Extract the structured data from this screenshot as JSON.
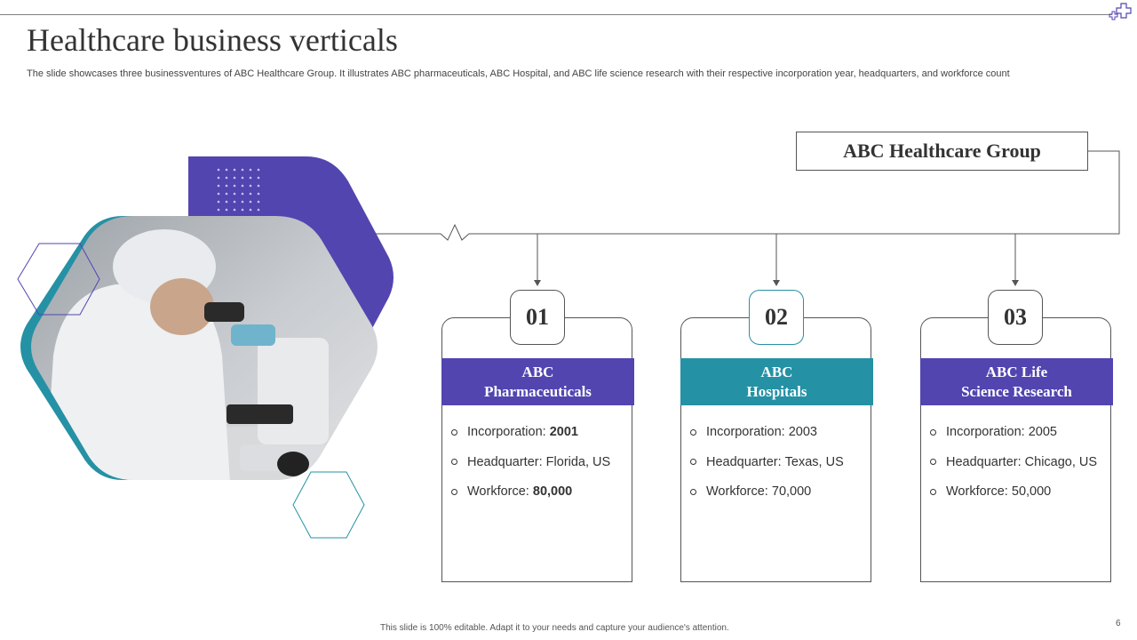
{
  "header": {
    "title": "Healthcare business verticals",
    "subtitle": "The slide showcases three businessventures of ABC Healthcare Group. It illustrates ABC pharmaceuticals, ABC Hospital, and ABC life science research with their respective incorporation year, headquarters, and workforce count"
  },
  "root": {
    "label": "ABC Healthcare Group"
  },
  "colors": {
    "purple": "#5245b0",
    "teal": "#2591a5",
    "dots": "#c7c4ea"
  },
  "verticals": [
    {
      "number": "01",
      "name_line1": "ABC",
      "name_line2": "Pharmaceuticals",
      "incorporation_label": "Incorporation:",
      "incorporation": "2001",
      "headquarter_label": "Headquarter:",
      "headquarter": "Florida, US",
      "workforce_label": "Workforce:",
      "workforce": "80,000"
    },
    {
      "number": "02",
      "name_line1": "ABC",
      "name_line2": "Hospitals",
      "incorporation_label": "Incorporation:",
      "incorporation": "2003",
      "headquarter_label": "Headquarter:",
      "headquarter": "Texas, US",
      "workforce_label": "Workforce:",
      "workforce": "70,000"
    },
    {
      "number": "03",
      "name_line1": "ABC Life",
      "name_line2": "Science Research",
      "incorporation_label": "Incorporation:",
      "incorporation": "2005",
      "headquarter_label": "Headquarter:",
      "headquarter": "Chicago, US",
      "workforce_label": "Workforce:",
      "workforce": "50,000"
    }
  ],
  "footer": {
    "note": "This slide is 100% editable. Adapt it to your needs and capture your audience's attention.",
    "page": "6"
  }
}
